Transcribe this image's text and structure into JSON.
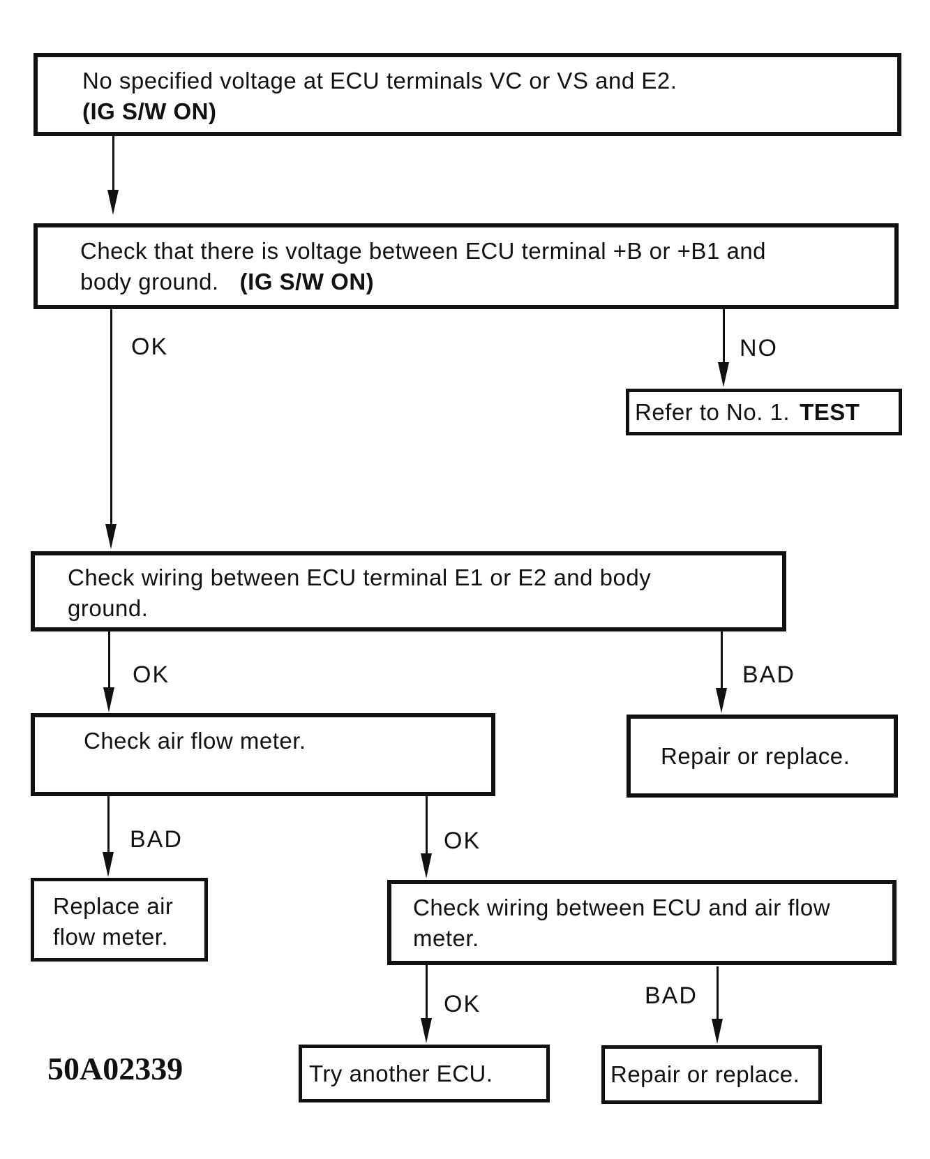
{
  "colors": {
    "ink": "#111111",
    "paper": "#ffffff"
  },
  "boxes": {
    "b1": {
      "line1": "No specified voltage at ECU terminals VC or VS and E2.",
      "line2_bold": "(IG S/W ON)"
    },
    "b2": {
      "line1": "Check that there is voltage between ECU terminal +B or +B1 and",
      "line2": "body ground.",
      "line2_bold": "(IG S/W ON)"
    },
    "refer": {
      "text": "Refer to No. 1.",
      "bold": "TEST"
    },
    "b3": {
      "line1": "Check wiring between ECU terminal E1 or E2 and body",
      "line2": "ground."
    },
    "b4": {
      "line1": "Check air flow meter."
    },
    "b5": {
      "line1": "Repair or replace."
    },
    "b6": {
      "line1": "Replace air",
      "line2": "flow meter."
    },
    "b7": {
      "line1": "Check wiring between ECU and air flow",
      "line2": "meter."
    },
    "b8": {
      "line1": "Try another ECU."
    },
    "b9": {
      "line1": "Repair or replace."
    }
  },
  "labels": {
    "ok_b2": "OK",
    "no_b2": "NO",
    "ok_b3": "OK",
    "bad_b3": "BAD",
    "bad_b4": "BAD",
    "ok_b4": "OK",
    "ok_b7": "OK",
    "bad_b7": "BAD"
  },
  "figure_code": "50A02339"
}
